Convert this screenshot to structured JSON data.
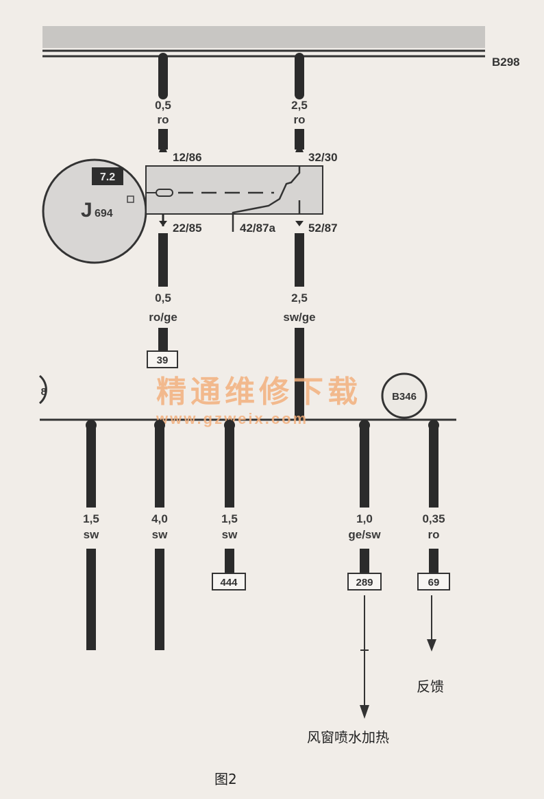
{
  "bus_top": {
    "label": "B298"
  },
  "relay": {
    "name": "J694",
    "name_main": "J",
    "name_sub": "694",
    "position_tag": "7.2",
    "pins": {
      "p1": "12/86",
      "p2": "32/30",
      "p3": "22/85",
      "p4": "42/87a",
      "p5": "52/87"
    }
  },
  "wires_upper": [
    {
      "id": "w1",
      "size": "0,5",
      "color": "ro"
    },
    {
      "id": "w2",
      "size": "2,5",
      "color": "ro"
    },
    {
      "id": "w3",
      "size": "0,5",
      "color": "ro/ge"
    },
    {
      "id": "w4",
      "size": "2,5",
      "color": "sw/ge"
    }
  ],
  "connector_39": "39",
  "bus_bottom": {
    "left_marker": "8",
    "right_marker": "B346"
  },
  "watermark": {
    "cn": "精通维修下载",
    "url": "www.gzweix.com"
  },
  "wires_lower": [
    {
      "id": "l1",
      "size": "1,5",
      "color": "sw"
    },
    {
      "id": "l2",
      "size": "4,0",
      "color": "sw"
    },
    {
      "id": "l3",
      "size": "1,5",
      "color": "sw",
      "connector": "444"
    },
    {
      "id": "l4",
      "size": "1,0",
      "color": "ge/sw",
      "connector": "289"
    },
    {
      "id": "l5",
      "size": "0,35",
      "color": "ro",
      "connector": "69"
    }
  ],
  "annotations": {
    "feedback": "反馈",
    "windshield_washer_heating": "风窗喷水加热"
  },
  "figure_caption": "图2"
}
